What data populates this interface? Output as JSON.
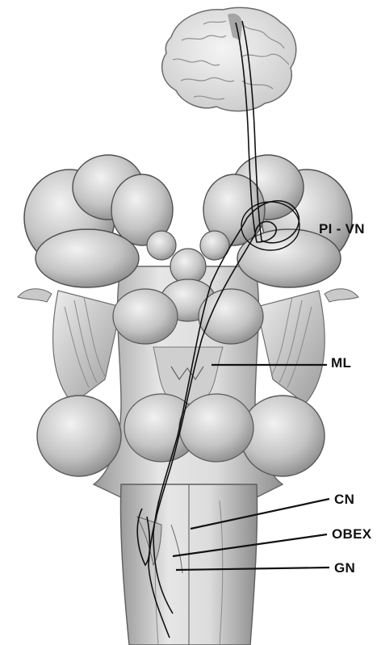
{
  "labels": {
    "pi_vn": "PI - VN",
    "ml": "ML",
    "cn": "CN",
    "obex": "OBEX",
    "gn": "GN"
  },
  "colors": {
    "tissue_light": "#e4e4e4",
    "tissue_mid": "#b9b9b9",
    "tissue_dark": "#7d7d7d",
    "outline": "#4a4a4a",
    "leader_line": "#111111",
    "pathway": "#111111"
  }
}
